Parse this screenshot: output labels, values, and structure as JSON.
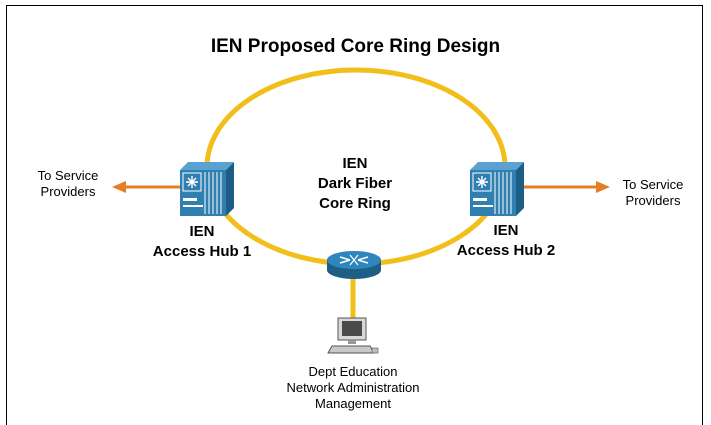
{
  "diagram": {
    "title": "IEN Proposed Core Ring Design",
    "ring_label": [
      "IEN",
      "Dark Fiber",
      "Core Ring"
    ],
    "hub1_label": [
      "IEN",
      "Access Hub 1"
    ],
    "hub2_label": [
      "IEN",
      "Access Hub 2"
    ],
    "left_arrow_label": [
      "To Service",
      "Providers"
    ],
    "right_arrow_label": [
      "To Service",
      "Providers"
    ],
    "admin_label": [
      "Dept Education",
      "Network Administration",
      "Management"
    ],
    "colors": {
      "ring": "#f2bf1a",
      "arrow": "#e57d22",
      "device": "#2f7fb1",
      "device_dark": "#1e5d86",
      "router": "#2f86bf"
    }
  }
}
